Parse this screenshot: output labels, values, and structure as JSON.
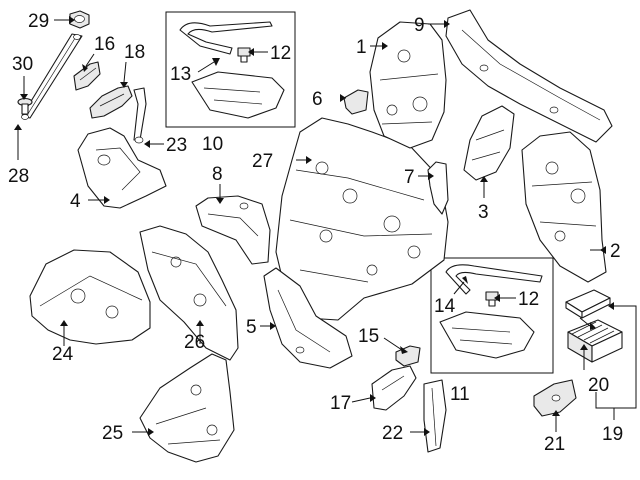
{
  "diagram": {
    "callouts": [
      {
        "id": "c1",
        "label": "1"
      },
      {
        "id": "c2",
        "label": "2"
      },
      {
        "id": "c3",
        "label": "3"
      },
      {
        "id": "c4",
        "label": "4"
      },
      {
        "id": "c5",
        "label": "5"
      },
      {
        "id": "c6",
        "label": "6"
      },
      {
        "id": "c7",
        "label": "7"
      },
      {
        "id": "c8",
        "label": "8"
      },
      {
        "id": "c9",
        "label": "9"
      },
      {
        "id": "c10",
        "label": "10"
      },
      {
        "id": "c11",
        "label": "11"
      },
      {
        "id": "c12a",
        "label": "12"
      },
      {
        "id": "c12b",
        "label": "12"
      },
      {
        "id": "c13",
        "label": "13"
      },
      {
        "id": "c14",
        "label": "14"
      },
      {
        "id": "c15",
        "label": "15"
      },
      {
        "id": "c16",
        "label": "16"
      },
      {
        "id": "c17",
        "label": "17"
      },
      {
        "id": "c18",
        "label": "18"
      },
      {
        "id": "c19",
        "label": "19"
      },
      {
        "id": "c20",
        "label": "20"
      },
      {
        "id": "c21",
        "label": "21"
      },
      {
        "id": "c22",
        "label": "22"
      },
      {
        "id": "c23",
        "label": "23"
      },
      {
        "id": "c24",
        "label": "24"
      },
      {
        "id": "c25",
        "label": "25"
      },
      {
        "id": "c26",
        "label": "26"
      },
      {
        "id": "c27",
        "label": "27"
      },
      {
        "id": "c28",
        "label": "28"
      },
      {
        "id": "c29",
        "label": "29"
      },
      {
        "id": "c30",
        "label": "30"
      }
    ]
  }
}
